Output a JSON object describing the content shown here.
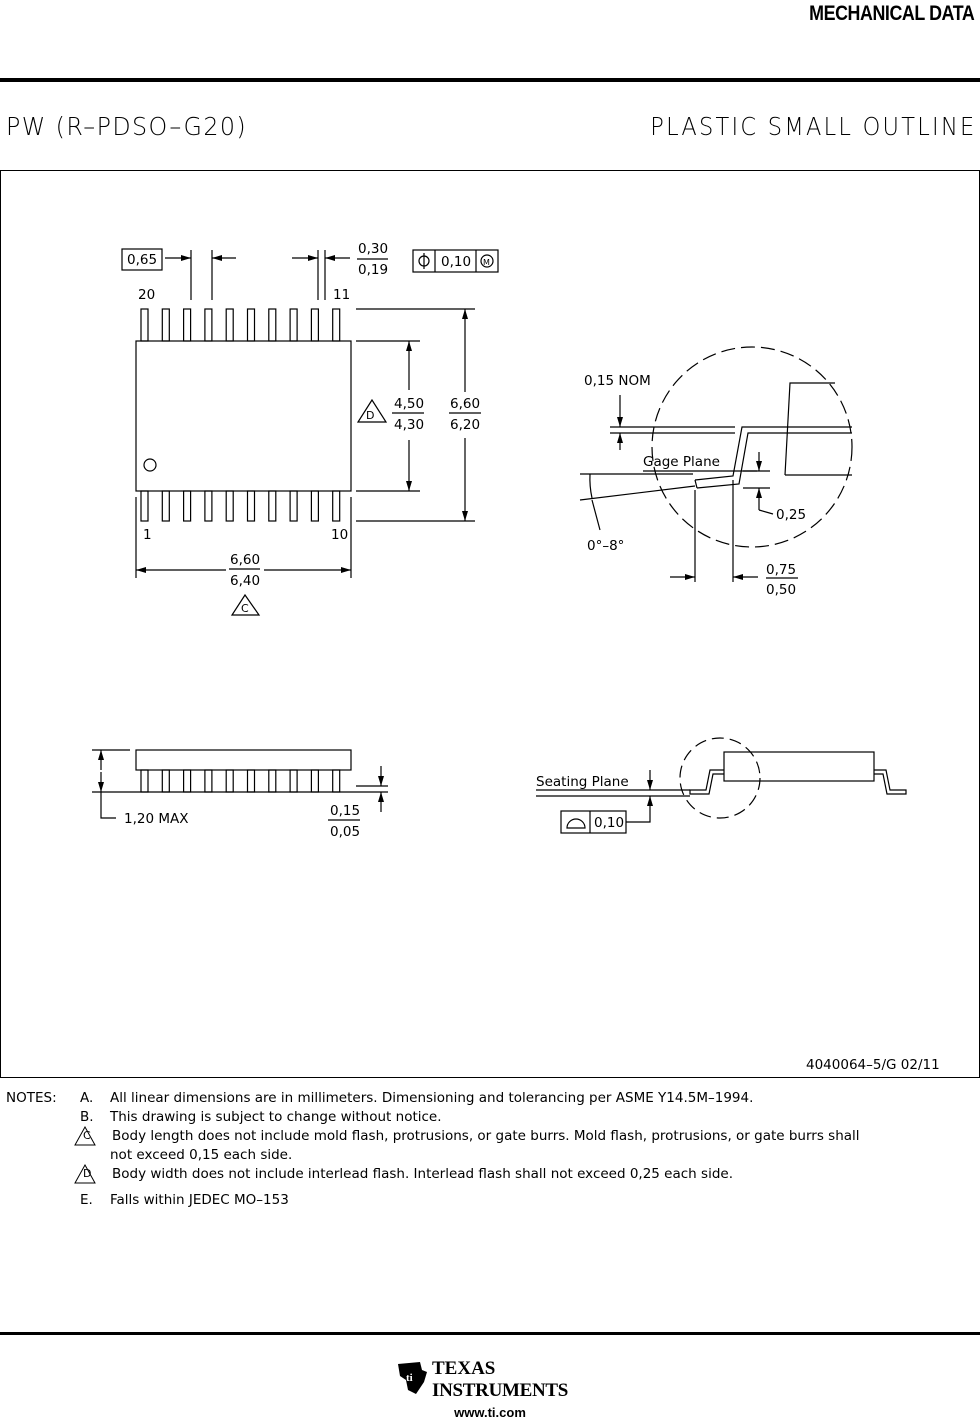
{
  "header": {
    "section_title": "MECHANICAL DATA"
  },
  "package": {
    "code": "PW (R–PDSO–G20)",
    "description": "PLASTIC  SMALL  OUTLINE"
  },
  "drawing": {
    "pitch": "0,65",
    "lead_width_max": "0,30",
    "lead_width_min": "0,19",
    "position_tolerance": "0,10",
    "position_modifier": "M",
    "pin_20": "20",
    "pin_11": "11",
    "pin_1": "1",
    "pin_10": "10",
    "body_width_max": "4,50",
    "body_width_min": "4,30",
    "overall_width_max": "6,60",
    "overall_width_min": "6,20",
    "body_length_max": "6,60",
    "body_length_min": "6,40",
    "note_c_flag": "C",
    "note_d_flag": "D",
    "lead_thickness_nom": "0,15 NOM",
    "gage_plane": "Gage Plane",
    "gage_height": "0,25",
    "angle": "0°–8°",
    "foot_length_max": "0,75",
    "foot_length_min": "0,50",
    "height_max": "1,20 MAX",
    "standoff_max": "0,15",
    "standoff_min": "0,05",
    "seating_plane": "Seating Plane",
    "coplanarity": "0,10",
    "drawing_number": "4040064–5/G   02/11"
  },
  "notes": {
    "heading": "NOTES:",
    "a_label": "A.",
    "a_text": "All  linear  dimensions  are  in  millimeters.   Dimensioning  and  tolerancing  per  ASME  Y14.5M–1994.",
    "b_label": "B.",
    "b_text": "This  drawing  is  subject  to  change  without  notice.",
    "c_label": "C",
    "c_text_1": "Body  length  does  not  include  mold  flash,  protrusions,  or  gate  burrs.   Mold  flash,  protrusions,  or  gate  burrs  shall",
    "c_text_2": "not  exceed  0,15  each  side.",
    "d_label": "D",
    "d_text": "Body  width  does  not  include  interlead  flash.   Interlead  flash  shall  not  exceed  0,25  each  side.",
    "e_label": "E.",
    "e_text": "Falls  within  JEDEC  MO–153"
  },
  "footer": {
    "logo_line1": "TEXAS",
    "logo_line2": "INSTRUMENTS",
    "url": "www.ti.com"
  }
}
